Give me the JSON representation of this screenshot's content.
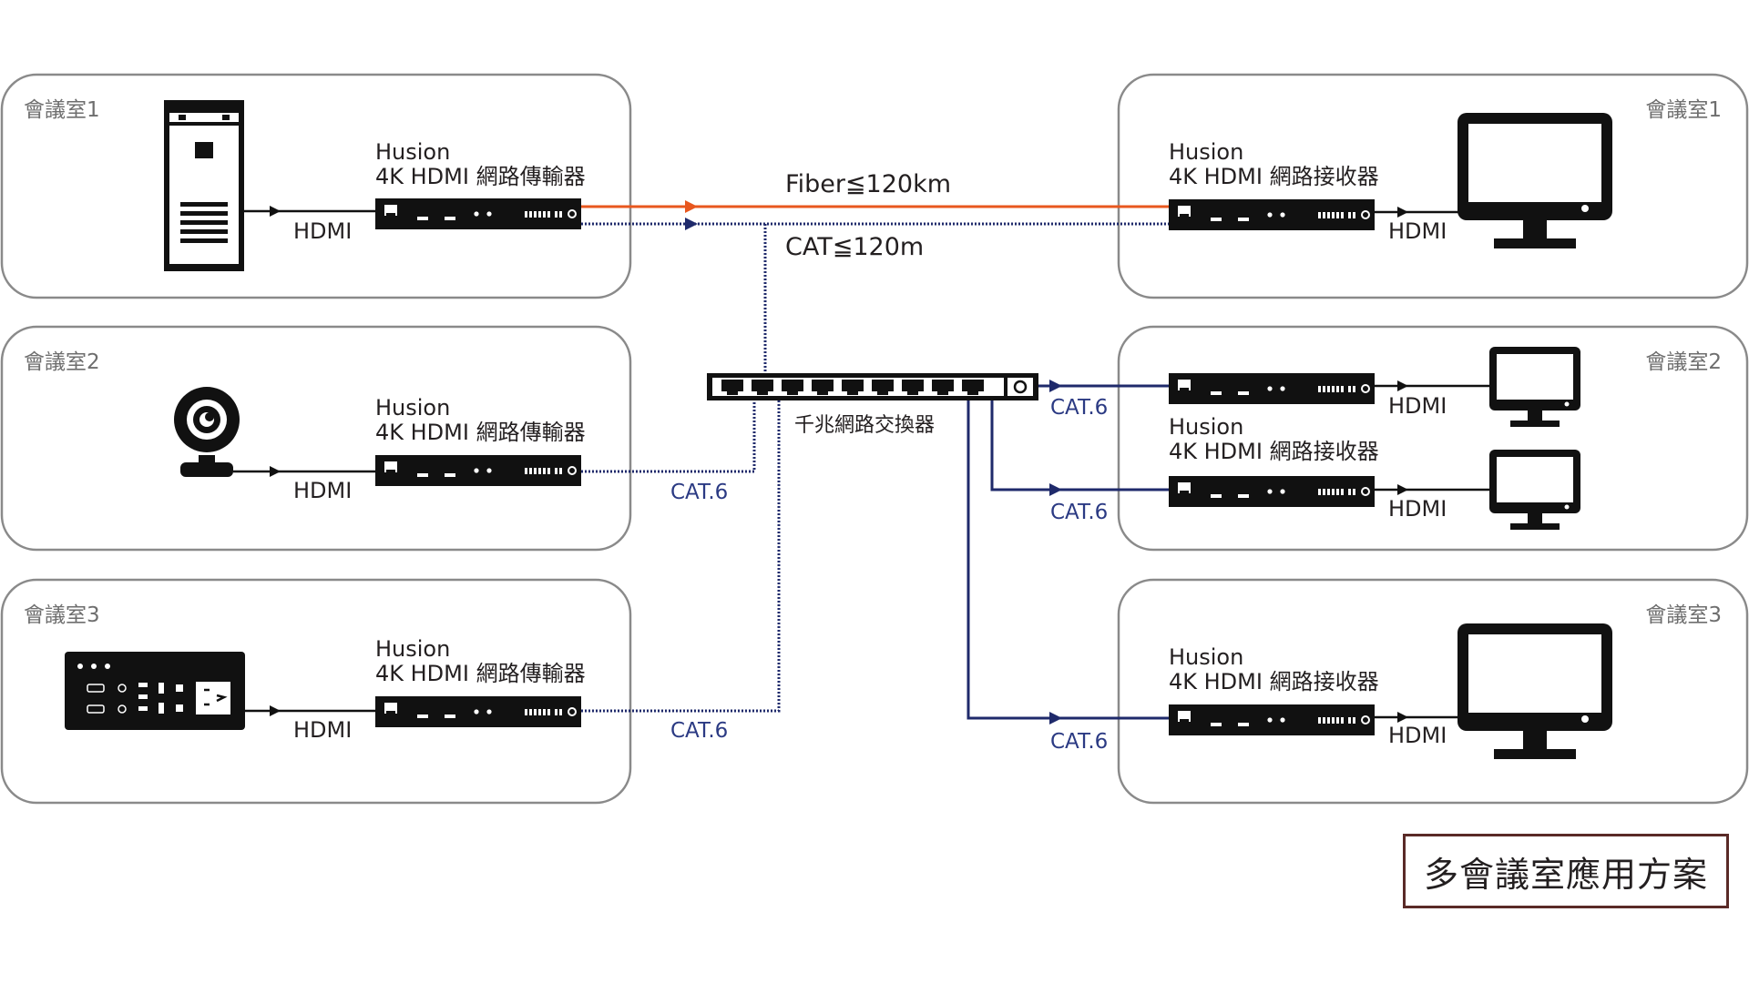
{
  "title": "多會議室應用方案",
  "rooms_left": [
    {
      "label": "會議室1",
      "source": "tower-pc-icon"
    },
    {
      "label": "會議室2",
      "source": "webcam-icon"
    },
    {
      "label": "會議室3",
      "source": "wall-plate-icon"
    }
  ],
  "rooms_right": [
    {
      "label": "會議室1"
    },
    {
      "label": "會議室2"
    },
    {
      "label": "會議室3"
    }
  ],
  "transmitter": {
    "line1": "Husion",
    "line2": "4K HDMI 網路傳輸器"
  },
  "receiver": {
    "line1": "Husion",
    "line2": "4K HDMI 網路接收器"
  },
  "hdmi_label": "HDMI",
  "cat6_label": "CAT.6",
  "fiber_label": "Fiber≦120km",
  "cat_label": "CAT≦120m",
  "switch_label": "千兆網路交換器",
  "colors": {
    "fiber": "#e8571e",
    "cat6": "#1f2a6b",
    "cat_dotted": "#1f2a6b",
    "room_border": "#8a8a8a",
    "title_border": "#5a2a27"
  }
}
